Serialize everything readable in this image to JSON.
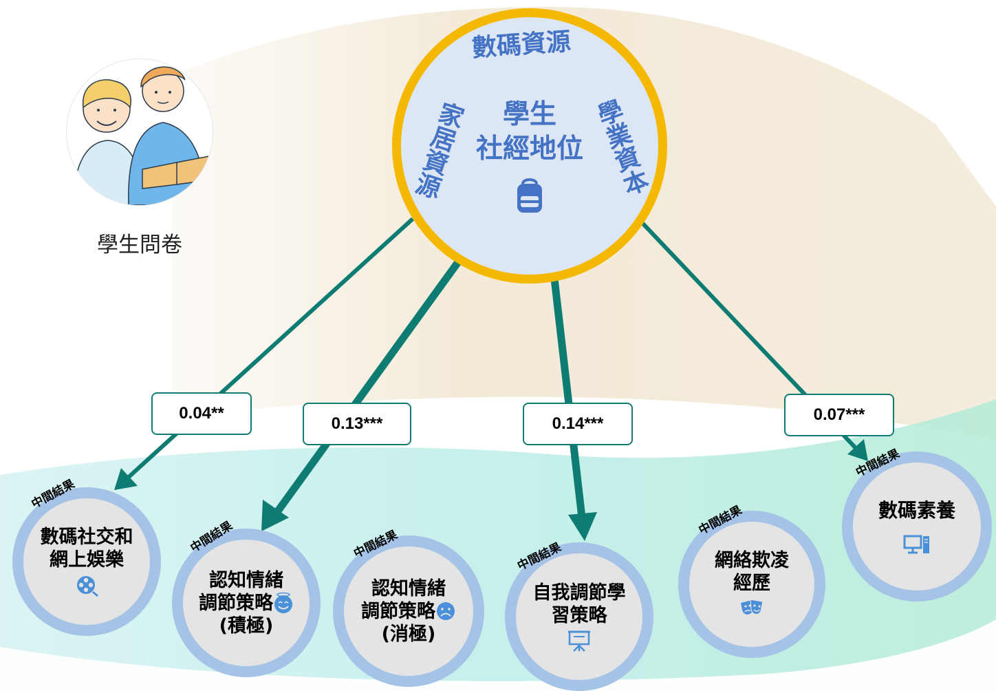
{
  "questionnaire_caption": "學生問卷",
  "center": {
    "title_line1": "學生",
    "title_line2": "社經地位",
    "arc_top": "數碼資源",
    "arc_left": "家居資源",
    "arc_right": "學業資本",
    "icon": "backpack-icon"
  },
  "outcome_tag": "中間結果",
  "coefficients": [
    "0.04**",
    "0.13***",
    "0.14***",
    "0.07***"
  ],
  "outcomes": [
    {
      "lines": [
        "數碼社交和",
        "網上娛樂"
      ],
      "icon": "film-reel-icon"
    },
    {
      "lines": [
        "認知情緒",
        "調節策略",
        "(積極)"
      ],
      "icon": "happy-face-icon"
    },
    {
      "lines": [
        "認知情緒",
        "調節策略",
        "(消極)"
      ],
      "icon": "sad-face-icon"
    },
    {
      "lines": [
        "自我調節學",
        "習策略"
      ],
      "icon": "presentation-board-icon"
    },
    {
      "lines": [
        "網絡欺凌",
        "經歷"
      ],
      "icon": "theater-masks-icon"
    },
    {
      "lines": [
        "數碼素養"
      ],
      "icon": "desktop-computer-icon"
    }
  ],
  "colors": {
    "arrow": "#0e7c72",
    "center_ring": "#f5b800",
    "center_fill": "#dce6f4",
    "center_text": "#4472c4",
    "node_ring": "#a4c3e6",
    "node_fill": "#e4e4e4",
    "icon": "#4a90d9"
  }
}
